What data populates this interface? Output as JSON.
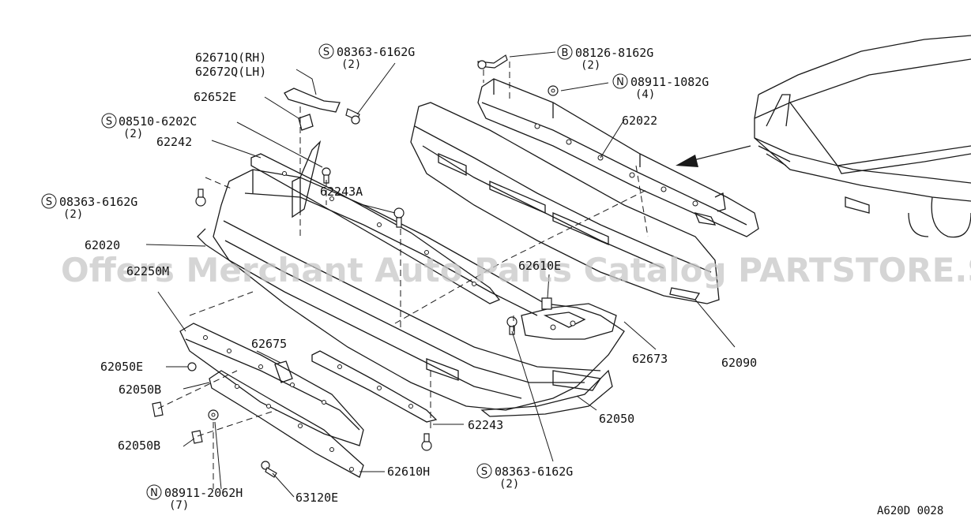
{
  "watermark": "Offers Merchant Auto Parts Catalog PARTSTORE.SA",
  "diagram_code": "A620D 0028",
  "labels": {
    "p62671q": "62671Q(RH)",
    "p62672q": "62672Q(LH)",
    "p62652e": "62652E",
    "s08510_code": "08510-6202C",
    "s08510_qty": "(2)",
    "p62242": "62242",
    "s08363_top_code": "08363-6162G",
    "s08363_top_qty": "(2)",
    "p62243a": "62243A",
    "s08363_left_code": "08363-6162G",
    "s08363_left_qty": "(2)",
    "p62020": "62020",
    "p62250m": "62250M",
    "b08126_code": "08126-8162G",
    "b08126_qty": "(2)",
    "n08911a_code": "08911-1082G",
    "n08911a_qty": "(4)",
    "p62022": "62022",
    "p62610e": "62610E",
    "p62673": "62673",
    "p62090": "62090",
    "p62675": "62675",
    "p62050e": "62050E",
    "p62050b_1": "62050B",
    "p62050b_2": "62050B",
    "p62243": "62243",
    "p62050": "62050",
    "s08363_bot_code": "08363-6162G",
    "s08363_bot_qty": "(2)",
    "p62610h": "62610H",
    "n08911b_code": "08911-2062H",
    "n08911b_qty": "(7)",
    "p63120e": "63120E"
  },
  "circle_letters": {
    "s": "S",
    "b": "B",
    "n": "N"
  }
}
